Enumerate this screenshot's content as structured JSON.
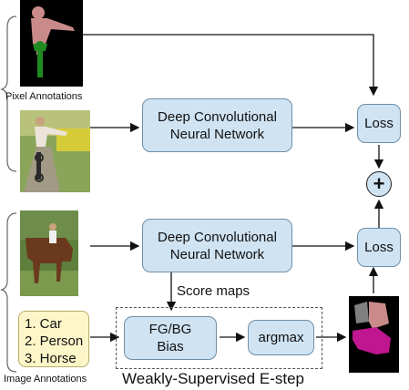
{
  "labels": {
    "pixel_annotations": "Pixel Annotations",
    "image_annotations": "Image  Annotations",
    "score_maps": "Score maps",
    "estep_title": "Weakly-Supervised E-step"
  },
  "top_branch": {
    "dcnn_line1": "Deep Convolutional",
    "dcnn_line2": "Neural Network",
    "loss": "Loss"
  },
  "bottom_branch": {
    "dcnn_line1": "Deep Convolutional",
    "dcnn_line2": "Neural Network",
    "loss": "Loss",
    "fgbg_line1": "FG/BG",
    "fgbg_line2": "Bias",
    "argmax": "argmax"
  },
  "sum_symbol": "+",
  "image_labels": [
    "1. Car",
    "2. Person",
    "3. Horse"
  ],
  "colors": {
    "box_fill": "#cfe3f3",
    "labels_fill": "#fdf6c8",
    "mask_person": "#c98a8a",
    "mask_bike": "#1f8a1f",
    "mask_horse": "#c01690",
    "mask_gray": "#808080"
  }
}
